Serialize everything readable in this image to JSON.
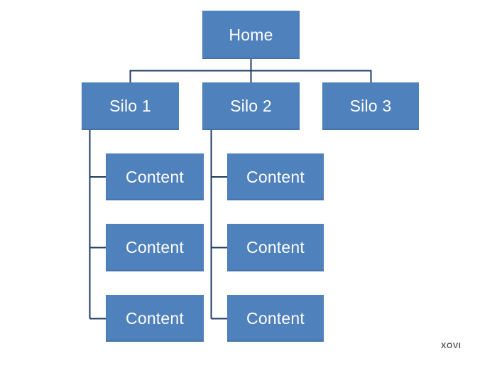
{
  "nodes": {
    "home": {
      "label": "Home"
    },
    "silo1": {
      "label": "Silo 1"
    },
    "silo2": {
      "label": "Silo 2"
    },
    "silo3": {
      "label": "Silo 3"
    },
    "silo1_content_1": {
      "label": "Content"
    },
    "silo1_content_2": {
      "label": "Content"
    },
    "silo1_content_3": {
      "label": "Content"
    },
    "silo2_content_1": {
      "label": "Content"
    },
    "silo2_content_2": {
      "label": "Content"
    },
    "silo2_content_3": {
      "label": "Content"
    }
  },
  "edges": [
    {
      "from": "home",
      "to": "silo1"
    },
    {
      "from": "home",
      "to": "silo2"
    },
    {
      "from": "home",
      "to": "silo3"
    },
    {
      "from": "silo1",
      "to": "silo1_content_1"
    },
    {
      "from": "silo1",
      "to": "silo1_content_2"
    },
    {
      "from": "silo1",
      "to": "silo1_content_3"
    },
    {
      "from": "silo2",
      "to": "silo2_content_1"
    },
    {
      "from": "silo2",
      "to": "silo2_content_2"
    },
    {
      "from": "silo2",
      "to": "silo2_content_3"
    }
  ],
  "watermark": {
    "label": "XOVI"
  },
  "colors": {
    "background": "#ffffff",
    "node_fill": "#4f81bd",
    "node_text": "#ffffff",
    "connector": "#1f3b63",
    "watermark_text": "#58585a"
  }
}
